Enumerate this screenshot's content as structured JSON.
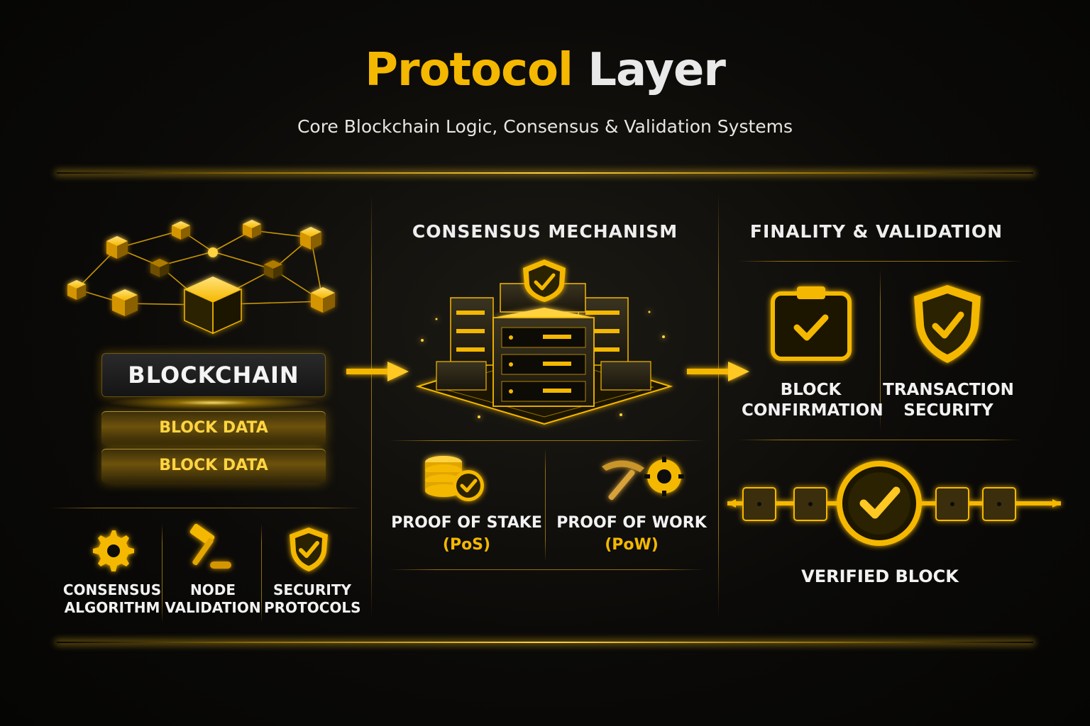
{
  "header": {
    "title_gold": "Protocol",
    "title_white": "Layer",
    "subtitle": "Core Blockchain Logic, Consensus & Validation Systems"
  },
  "left": {
    "blockchain_label": "BLOCKCHAIN",
    "block_data_1": "BLOCK DATA",
    "block_data_2": "BLOCK DATA",
    "features": [
      {
        "line1": "CONSENSUS",
        "line2": "ALGORITHM",
        "icon": "gear-icon"
      },
      {
        "line1": "NODE",
        "line2": "VALIDATION",
        "icon": "hammer-icon"
      },
      {
        "line1": "SECURITY",
        "line2": "PROTOCOLS",
        "icon": "shield-check-icon"
      }
    ]
  },
  "middle": {
    "heading": "CONSENSUS MECHANISM",
    "pos_line1": "PROOF OF STAKE",
    "pos_line2": "(PoS)",
    "pow_line1": "PROOF OF WORK",
    "pow_line2": "(PoW)"
  },
  "right": {
    "heading": "FINALITY & VALIDATION",
    "block_conf_line1": "BLOCK",
    "block_conf_line2": "CONFIRMATION",
    "tx_sec_line1": "TRANSACTION",
    "tx_sec_line2": "SECURITY",
    "verified_label": "VERIFIED BLOCK"
  },
  "colors": {
    "gold": "#f5b800",
    "background": "#0b0a08"
  }
}
